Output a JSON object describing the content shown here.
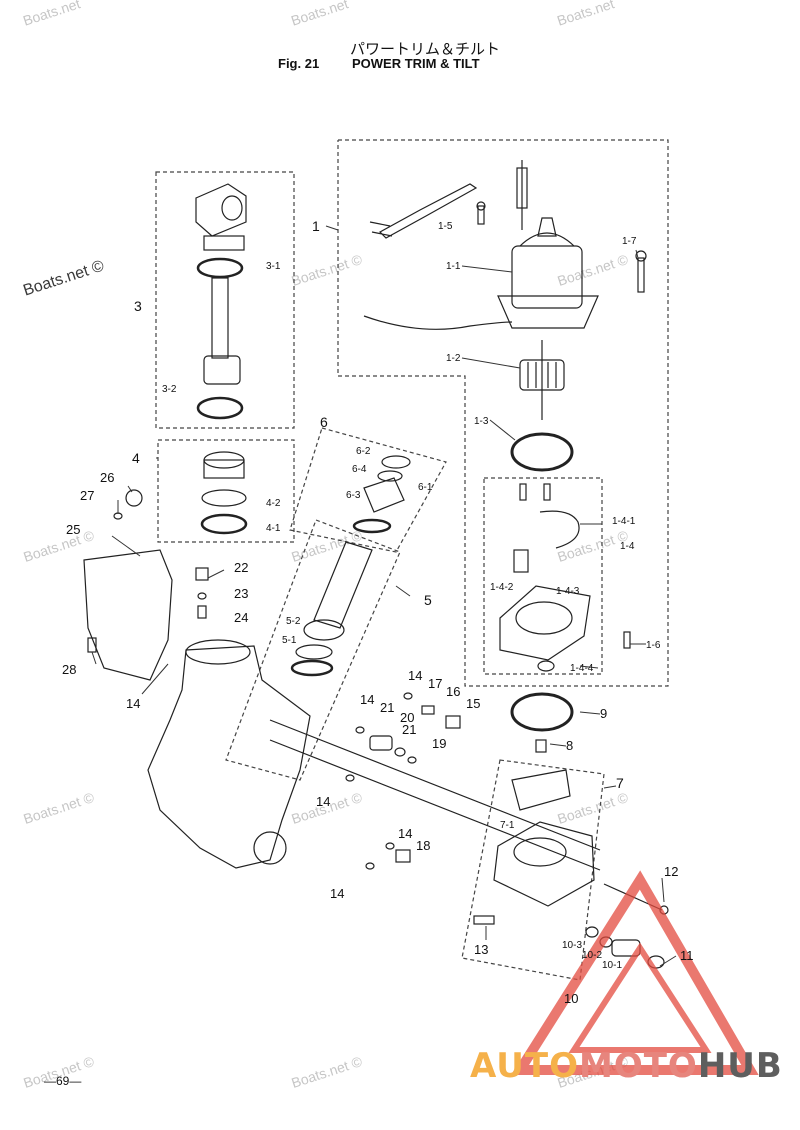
{
  "header": {
    "title_jp": "パワートリム＆チルト",
    "fig_no": "Fig. 21",
    "title_en": "POWER TRIM & TILT"
  },
  "page_number": "―69―",
  "watermarks": [
    "Boats.net ©",
    "Boats.net"
  ],
  "brand": {
    "part1": "AUTO",
    "part2": "MOTO",
    "part3": "HUB",
    "colors": {
      "auto": "#f5b14a",
      "moto": "#e7857d",
      "hub": "#5e5e5e",
      "triangle": "#e34b3f"
    }
  },
  "callouts": [
    {
      "id": "1",
      "text": "1"
    },
    {
      "id": "1-1",
      "text": "1-1"
    },
    {
      "id": "1-2",
      "text": "1-2"
    },
    {
      "id": "1-3",
      "text": "1-3"
    },
    {
      "id": "1-4",
      "text": "1-4"
    },
    {
      "id": "1-4-1",
      "text": "1-4-1"
    },
    {
      "id": "1-4-2",
      "text": "1-4-2"
    },
    {
      "id": "1-4-3",
      "text": "1-4-3"
    },
    {
      "id": "1-4-4",
      "text": "1-4-4"
    },
    {
      "id": "1-5",
      "text": "1-5"
    },
    {
      "id": "1-6",
      "text": "1-6"
    },
    {
      "id": "1-7",
      "text": "1-7"
    },
    {
      "id": "3",
      "text": "3"
    },
    {
      "id": "3-1",
      "text": "3-1"
    },
    {
      "id": "3-2",
      "text": "3-2"
    },
    {
      "id": "4",
      "text": "4"
    },
    {
      "id": "4-1",
      "text": "4-1"
    },
    {
      "id": "4-2",
      "text": "4-2"
    },
    {
      "id": "5",
      "text": "5"
    },
    {
      "id": "5-1",
      "text": "5-1"
    },
    {
      "id": "5-2",
      "text": "5-2"
    },
    {
      "id": "6",
      "text": "6"
    },
    {
      "id": "6-1",
      "text": "6-1"
    },
    {
      "id": "6-2",
      "text": "6-2"
    },
    {
      "id": "6-3",
      "text": "6-3"
    },
    {
      "id": "6-4",
      "text": "6-4"
    },
    {
      "id": "7",
      "text": "7"
    },
    {
      "id": "7-1",
      "text": "7-1"
    },
    {
      "id": "8",
      "text": "8"
    },
    {
      "id": "9",
      "text": "9"
    },
    {
      "id": "10",
      "text": "10"
    },
    {
      "id": "10-1",
      "text": "10-1"
    },
    {
      "id": "10-2",
      "text": "10-2"
    },
    {
      "id": "10-3",
      "text": "10-3"
    },
    {
      "id": "11",
      "text": "11"
    },
    {
      "id": "12",
      "text": "12"
    },
    {
      "id": "13",
      "text": "13"
    },
    {
      "id": "14",
      "text": "14"
    },
    {
      "id": "15",
      "text": "15"
    },
    {
      "id": "16",
      "text": "16"
    },
    {
      "id": "17",
      "text": "17"
    },
    {
      "id": "18",
      "text": "18"
    },
    {
      "id": "19",
      "text": "19"
    },
    {
      "id": "20",
      "text": "20"
    },
    {
      "id": "21",
      "text": "21"
    },
    {
      "id": "22",
      "text": "22"
    },
    {
      "id": "23",
      "text": "23"
    },
    {
      "id": "24",
      "text": "24"
    },
    {
      "id": "25",
      "text": "25"
    },
    {
      "id": "26",
      "text": "26"
    },
    {
      "id": "27",
      "text": "27"
    },
    {
      "id": "28",
      "text": "28"
    }
  ]
}
